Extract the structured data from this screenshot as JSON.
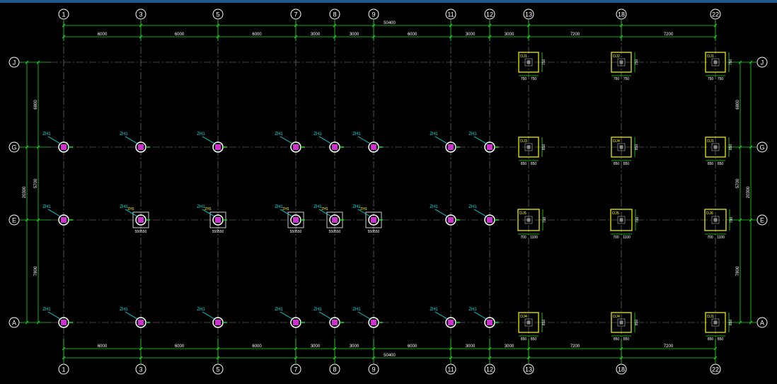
{
  "colors": {
    "background": "#000000",
    "grid_line": "#8a8a8a",
    "dimension": "#22dd22",
    "bubble": "#ffffff",
    "column_tag": "#00e6e6",
    "column_fill": "#cc33cc",
    "footing": "#ffff00",
    "frame_bar": "#1c5a8a"
  },
  "axes_x": [
    "1",
    "3",
    "5",
    "7",
    "8",
    "9",
    "11",
    "12",
    "13",
    "18",
    "22"
  ],
  "axes_y": [
    "J",
    "G",
    "E",
    "A"
  ],
  "dimensions_x": {
    "total": "50400",
    "spans": [
      "6000",
      "6000",
      "6000",
      "3000",
      "3000",
      "6000",
      "3000",
      "3000",
      "7200",
      "7200"
    ]
  },
  "dimensions_y": {
    "total": "20300",
    "spans": [
      "6800",
      "5700",
      "7800"
    ]
  },
  "column_tag": "ZH1",
  "footings": [
    {
      "axis": "13",
      "row": "J",
      "tag": "DJ1"
    },
    {
      "axis": "18",
      "row": "J",
      "tag": "DJ2"
    },
    {
      "axis": "22",
      "row": "J",
      "tag": "DJ1"
    },
    {
      "axis": "13",
      "row": "G",
      "tag": "DJ3"
    },
    {
      "axis": "18",
      "row": "G",
      "tag": "DJ4"
    },
    {
      "axis": "22",
      "row": "G",
      "tag": "DJ1"
    },
    {
      "axis": "13",
      "row": "E",
      "tag": "DJ5"
    },
    {
      "axis": "18",
      "row": "E",
      "tag": "DJ5"
    },
    {
      "axis": "22",
      "row": "E",
      "tag": "DJ6"
    },
    {
      "axis": "13",
      "row": "A",
      "tag": "DJ4"
    },
    {
      "axis": "18",
      "row": "A",
      "tag": "DJ4"
    },
    {
      "axis": "22",
      "row": "A",
      "tag": "DJ1"
    }
  ],
  "footing_dims": {
    "J": [
      "750",
      "750"
    ],
    "G": [
      "850",
      "850"
    ],
    "E": [
      "700",
      "1100"
    ],
    "A": [
      "850",
      "850"
    ]
  }
}
